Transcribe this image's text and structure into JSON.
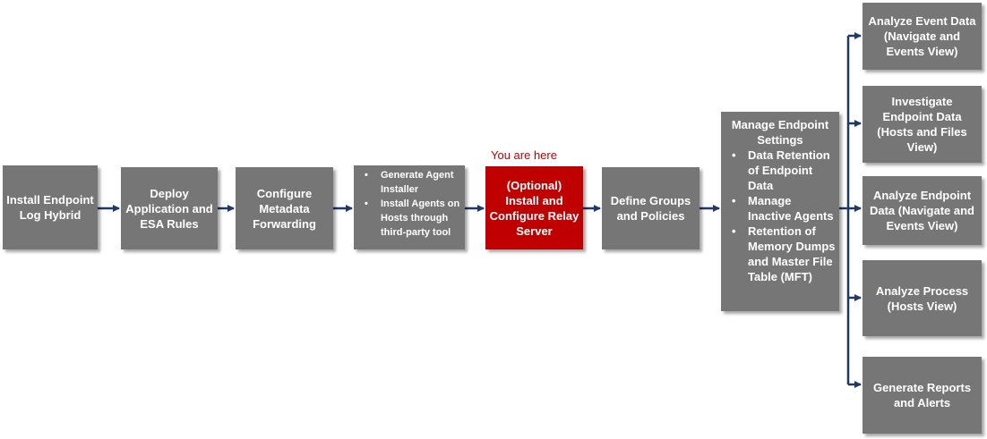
{
  "you_are_here": "You are here",
  "steps": [
    {
      "label": "Install Endpoint Log Hybrid"
    },
    {
      "label": "Deploy Application and ESA Rules"
    },
    {
      "label": "Configure Metadata Forwarding"
    },
    {
      "bullets": [
        "Generate Agent Installer",
        "Install Agents on Hosts through third-party tool"
      ]
    },
    {
      "label": "(Optional) Install and Configure Relay Server"
    },
    {
      "label": "Define Groups and Policies"
    },
    {
      "title": "Manage Endpoint Settings",
      "bullets": [
        "Data Retention of Endpoint Data",
        "Manage Inactive  Agents",
        "Retention of Memory Dumps and Master File Table (MFT)"
      ]
    }
  ],
  "outcomes": [
    {
      "label": "Analyze Event Data (Navigate and Events View)"
    },
    {
      "label": "Investigate Endpoint Data (Hosts and Files View)"
    },
    {
      "label": "Analyze Endpoint Data (Navigate and Events View)"
    },
    {
      "label": "Analyze Process (Hosts View)"
    },
    {
      "label": "Generate Reports and Alerts"
    }
  ],
  "colors": {
    "box": "#767676",
    "highlight": "#c00000",
    "arrow": "#1f3864"
  }
}
